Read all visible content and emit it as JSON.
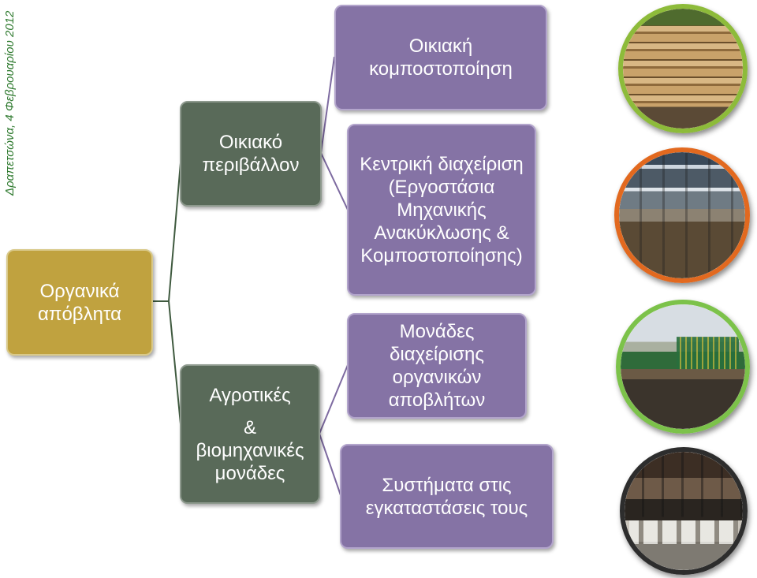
{
  "side_caption": "Δραπετσώνα, 4 Φεβρουαρίου 2012",
  "root": {
    "label": "Οργανικά απόβλητα"
  },
  "branches": [
    {
      "lines": [
        "Οικιακό",
        "περιβάλλον"
      ],
      "leaves": [
        {
          "lines": [
            "Οικιακή",
            "κομποστοποίηση"
          ]
        },
        {
          "lines": [
            "Κεντρική διαχείριση",
            "(Εργοστάσια",
            "Μηχανικής",
            "Ανακύκλωσης &",
            "Κομποστοποίησης)"
          ]
        }
      ]
    },
    {
      "lines": [
        "Αγροτικές",
        "&",
        "βιομηχανικές",
        "μονάδες"
      ],
      "leaves": [
        {
          "lines": [
            "Μονάδες",
            "διαχείρισης",
            "οργανικών",
            "αποβλήτων"
          ]
        },
        {
          "lines": [
            "Συστήματα στις",
            "εγκαταστάσεις τους"
          ]
        }
      ]
    }
  ],
  "photos": [
    {
      "name": "wooden-compost-bin-photo",
      "ring_color": "#8dbb3a"
    },
    {
      "name": "composting-plant-interior-photo",
      "ring_color": "#e2691f"
    },
    {
      "name": "outdoor-compost-facility-photo",
      "ring_color": "#7cc24a"
    },
    {
      "name": "livestock-shed-interior-photo",
      "ring_color": "#2d2d2d"
    }
  ],
  "colors": {
    "root_fill": "#c0a23f",
    "branch_fill": "#596a59",
    "leaf_fill": "#8573a5",
    "connector_root": "#3f5a3f",
    "connector_leaf": "#7d6aa0"
  }
}
